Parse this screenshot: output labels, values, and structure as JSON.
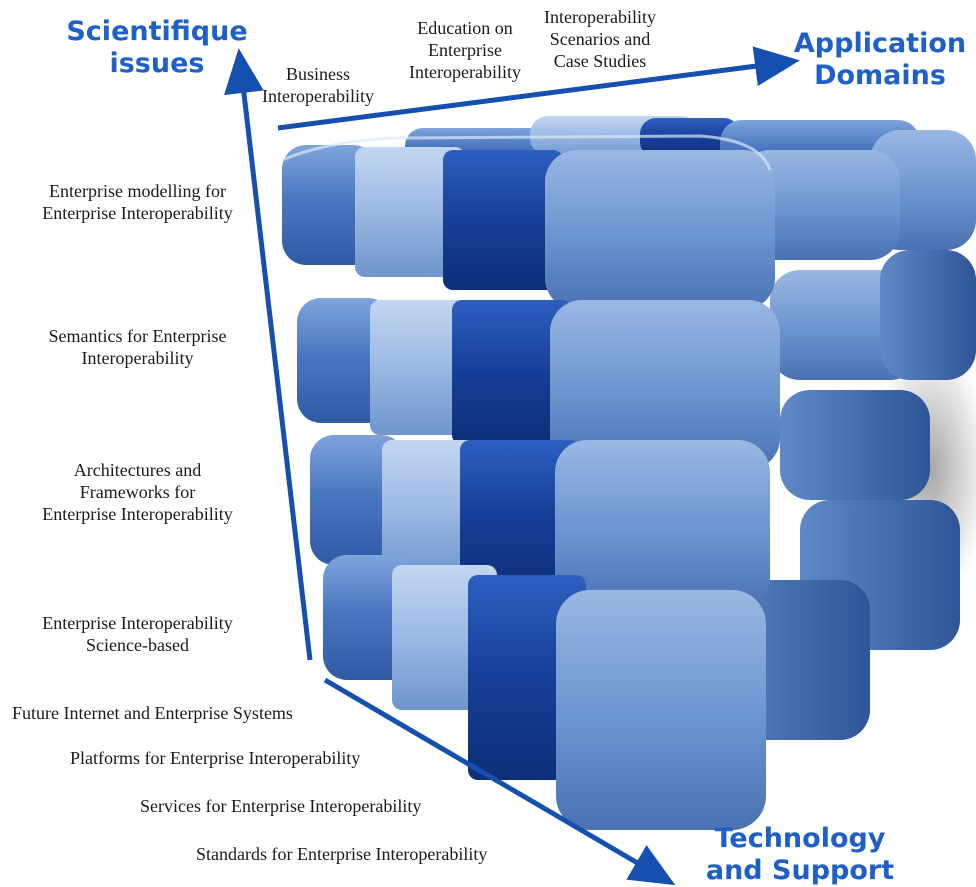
{
  "axes": {
    "scientific": {
      "title_line1": "Scientifique",
      "title_line2": "issues"
    },
    "application": {
      "title_line1": "Application",
      "title_line2": "Domains"
    },
    "technology": {
      "title_line1": "Technology",
      "title_line2": "and Support"
    }
  },
  "application_domains": [
    {
      "line1": "Business",
      "line2": "Interoperability",
      "line3": ""
    },
    {
      "line1": "Education on",
      "line2": "Enterprise",
      "line3": "Interoperability"
    },
    {
      "line1": "Interoperability",
      "line2": "Scenarios and",
      "line3": "Case Studies"
    }
  ],
  "scientific_issues": [
    {
      "line1": "Enterprise modelling for",
      "line2": "Enterprise Interoperability",
      "line3": ""
    },
    {
      "line1": "Semantics for Enterprise",
      "line2": "Interoperability",
      "line3": ""
    },
    {
      "line1": "Architectures and",
      "line2": "Frameworks for",
      "line3": "Enterprise Interoperability"
    },
    {
      "line1": "Enterprise Interoperability",
      "line2": "Science-based",
      "line3": ""
    }
  ],
  "technology_support": [
    "Future Internet and Enterprise Systems",
    "Platforms for Enterprise Interoperability",
    "Services for Enterprise Interoperability",
    "Standards for Enterprise Interoperability"
  ],
  "colors": {
    "axis": "#1550b0",
    "title": "#1f5fc8",
    "block_mid": "#4f7fc4",
    "block_light": "#8fb2e0",
    "block_dark": "#123e9a"
  }
}
